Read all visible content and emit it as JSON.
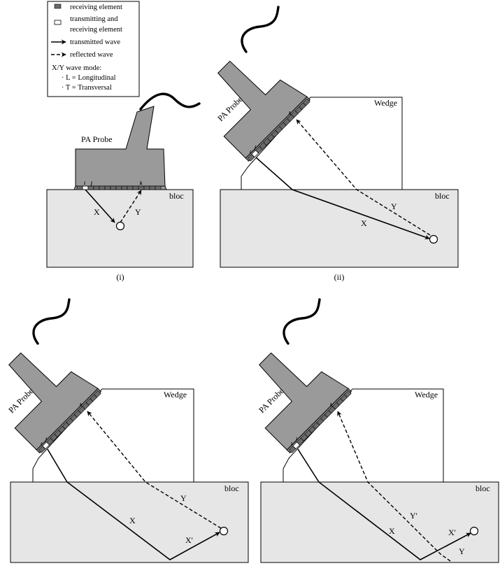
{
  "legend": {
    "receiving": "receiving element",
    "transmitting_1": "transmitting and",
    "transmitting_2": "receiving element",
    "transmitted": "transmitted wave",
    "reflected": "reflected wave",
    "mode_title": "X/Y  wave mode:",
    "mode_L": "· L = Longitudinal",
    "mode_T": "· T = Transversal"
  },
  "labels": {
    "probe": "PA Probe",
    "wedge": "Wedge",
    "bloc": "bloc",
    "X": "X",
    "Y": "Y",
    "Xp": "X'",
    "Yp": "Y'",
    "elem_i": "i",
    "elem_j": "j",
    "elem_k": "k"
  },
  "panels": {
    "p1": "(i)",
    "p2": "(ii)"
  },
  "colors": {
    "bloc": "#e6e6e6",
    "probe": "#9a9a9a",
    "element": "#6a6a6a"
  }
}
